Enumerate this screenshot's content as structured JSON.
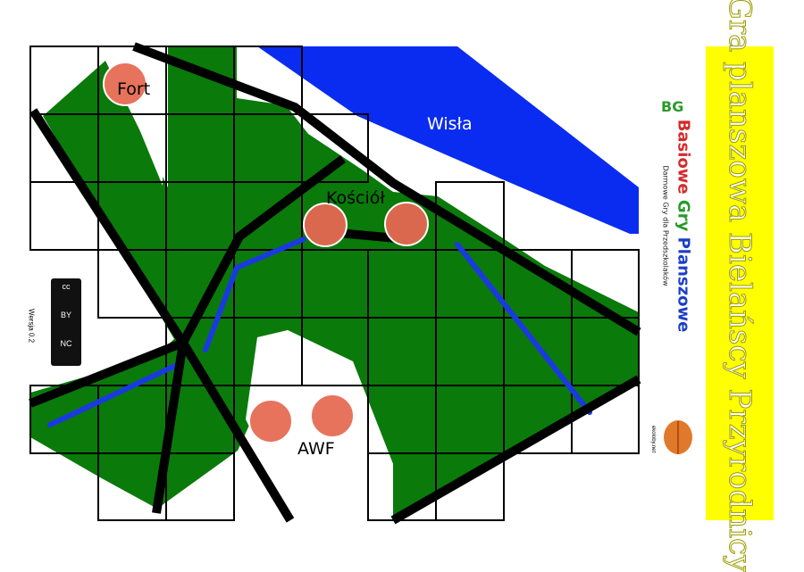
{
  "map": {
    "river_name": "Wisła",
    "places": {
      "fort": "Fort",
      "church": "Kościół",
      "awf": "AWF"
    }
  },
  "title": "Gra planszowa Bielańscy Przyrodnicy",
  "logo": {
    "mark": "BG",
    "name_words": [
      "Basiowe",
      "Gry",
      "Planszowe"
    ],
    "tagline": "Darmowe Gry dla Przedszkolaków"
  },
  "license": {
    "segments": [
      "cc",
      "BY",
      "NC"
    ]
  },
  "version": "Wersja 0.2",
  "site": "ekoloby.net",
  "colors": {
    "forest": "#0a7a0a",
    "river": "#0a2cf0",
    "stream": "#1a3ae0",
    "road": "#000000",
    "title_bg": "#ffff00",
    "token": "#e8735c",
    "logo_blue": "#1b3ec8",
    "logo_green": "#2a9a2a",
    "logo_red": "#d42a2a"
  },
  "icons": [
    "cc-icon",
    "by-icon",
    "nc-icon",
    "leaf-icon",
    "token-icon"
  ]
}
